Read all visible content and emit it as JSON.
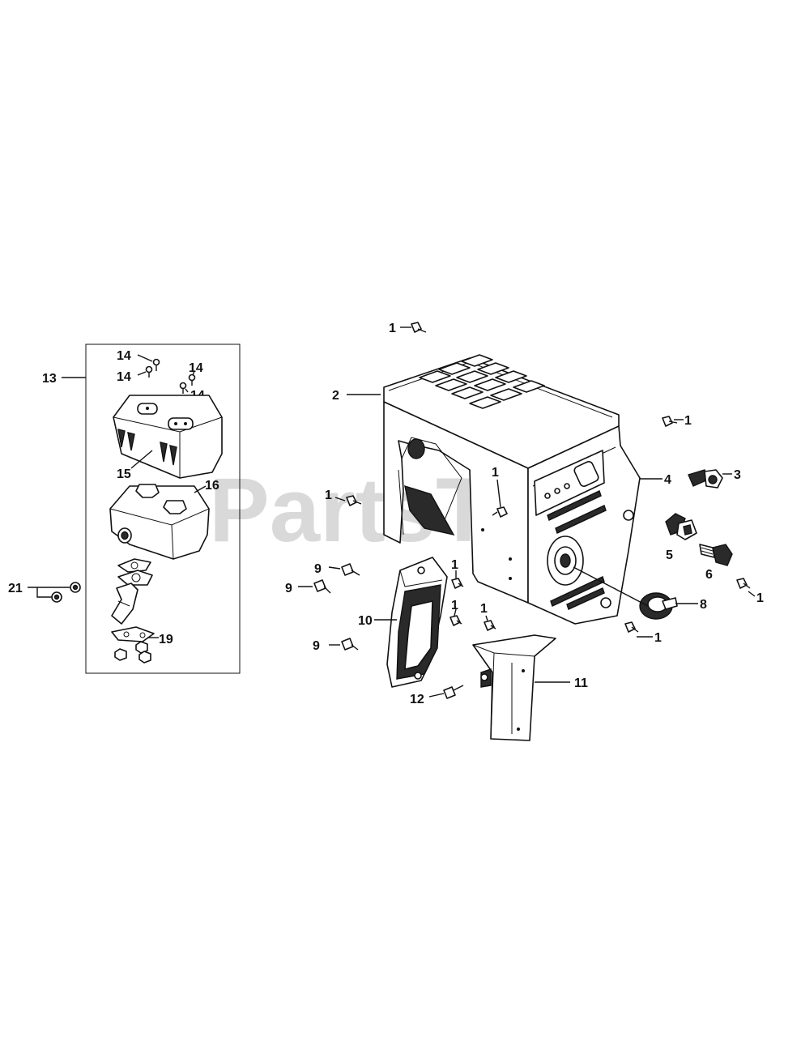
{
  "watermark": "PartsTree",
  "callouts": {
    "c1a": "1",
    "c1b": "1",
    "c1c": "1",
    "c1d": "1",
    "c1e": "1",
    "c1f": "1",
    "c1g": "1",
    "c1h": "1",
    "c1i": "1",
    "c2": "2",
    "c3": "3",
    "c4": "4",
    "c5": "5",
    "c6": "6",
    "c8": "8",
    "c9a": "9",
    "c9b": "9",
    "c9c": "9",
    "c10": "10",
    "c11": "11",
    "c12": "12",
    "c13": "13",
    "c14a": "14",
    "c14b": "14",
    "c14c": "14",
    "c14d": "14",
    "c15": "15",
    "c16": "16",
    "c19": "19",
    "c21": "21"
  },
  "colors": {
    "ink": "#111111",
    "watermark": "#d9d9d9",
    "background": "#ffffff"
  }
}
